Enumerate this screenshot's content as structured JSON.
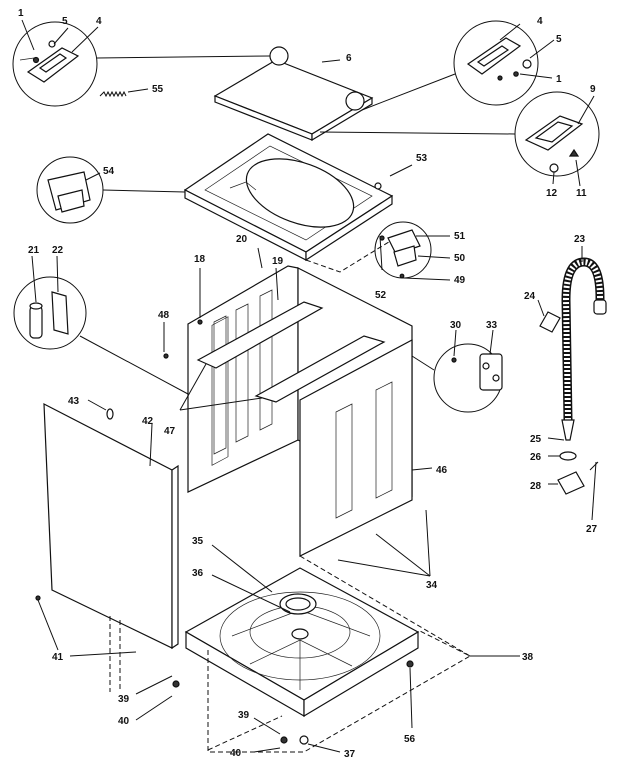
{
  "callouts": [
    {
      "id": "c1a",
      "text": "1"
    },
    {
      "id": "c5a",
      "text": "5"
    },
    {
      "id": "c4a",
      "text": "4"
    },
    {
      "id": "c6",
      "text": "6"
    },
    {
      "id": "c55",
      "text": "55"
    },
    {
      "id": "c4b",
      "text": "4"
    },
    {
      "id": "c5b",
      "text": "5"
    },
    {
      "id": "c1b",
      "text": "1"
    },
    {
      "id": "c9",
      "text": "9"
    },
    {
      "id": "c12",
      "text": "12"
    },
    {
      "id": "c11",
      "text": "11"
    },
    {
      "id": "c54",
      "text": "54"
    },
    {
      "id": "c53",
      "text": "53"
    },
    {
      "id": "c20",
      "text": "20"
    },
    {
      "id": "c18a",
      "text": "18"
    },
    {
      "id": "c19",
      "text": "19"
    },
    {
      "id": "c51",
      "text": "51"
    },
    {
      "id": "c50",
      "text": "50"
    },
    {
      "id": "c49",
      "text": "49"
    },
    {
      "id": "c52",
      "text": "52"
    },
    {
      "id": "c23",
      "text": "23"
    },
    {
      "id": "c24",
      "text": "24"
    },
    {
      "id": "c21",
      "text": "21"
    },
    {
      "id": "c22",
      "text": "22"
    },
    {
      "id": "c48",
      "text": "48"
    },
    {
      "id": "c47",
      "text": "47"
    },
    {
      "id": "c30",
      "text": "30"
    },
    {
      "id": "c33",
      "text": "33"
    },
    {
      "id": "c43",
      "text": "43"
    },
    {
      "id": "c42",
      "text": "42"
    },
    {
      "id": "c46",
      "text": "46"
    },
    {
      "id": "c25",
      "text": "25"
    },
    {
      "id": "c26",
      "text": "26"
    },
    {
      "id": "c28",
      "text": "28"
    },
    {
      "id": "c27",
      "text": "27"
    },
    {
      "id": "c35",
      "text": "35"
    },
    {
      "id": "c36",
      "text": "36"
    },
    {
      "id": "c34",
      "text": "34"
    },
    {
      "id": "c41",
      "text": "41"
    },
    {
      "id": "c38",
      "text": "38"
    },
    {
      "id": "c39a",
      "text": "39"
    },
    {
      "id": "c40a",
      "text": "40"
    },
    {
      "id": "c39b",
      "text": "39"
    },
    {
      "id": "c40b",
      "text": "40"
    },
    {
      "id": "c37",
      "text": "37"
    },
    {
      "id": "c56",
      "text": "56"
    }
  ]
}
